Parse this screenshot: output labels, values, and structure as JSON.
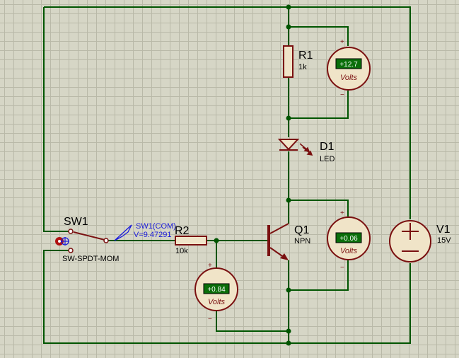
{
  "components": {
    "r1": {
      "name": "R1",
      "value": "1k"
    },
    "r2": {
      "name": "R2",
      "value": "10k"
    },
    "d1": {
      "name": "D1",
      "type": "LED"
    },
    "q1": {
      "name": "Q1",
      "type": "NPN"
    },
    "v1": {
      "name": "V1",
      "value": "15V"
    },
    "sw1": {
      "name": "SW1",
      "type": "SW-SPDT-MOM"
    }
  },
  "probe": {
    "name": "SW1(COM)",
    "reading": "V=9.47291"
  },
  "voltmeters": {
    "r1_meter": {
      "reading": "+12.7",
      "unit": "Volts",
      "plus": "+",
      "minus": "−"
    },
    "q1_meter": {
      "reading": "+0.06",
      "unit": "Volts",
      "plus": "+",
      "minus": "−"
    },
    "base_meter": {
      "reading": "+0.84",
      "unit": "Volts",
      "plus": "+",
      "minus": "−"
    }
  },
  "colors": {
    "wire": "#005500",
    "component": "#7a1010",
    "component_fill": "#f0e4c8",
    "meter_display": "#0a6e0a",
    "probe": "#1a1adb"
  }
}
